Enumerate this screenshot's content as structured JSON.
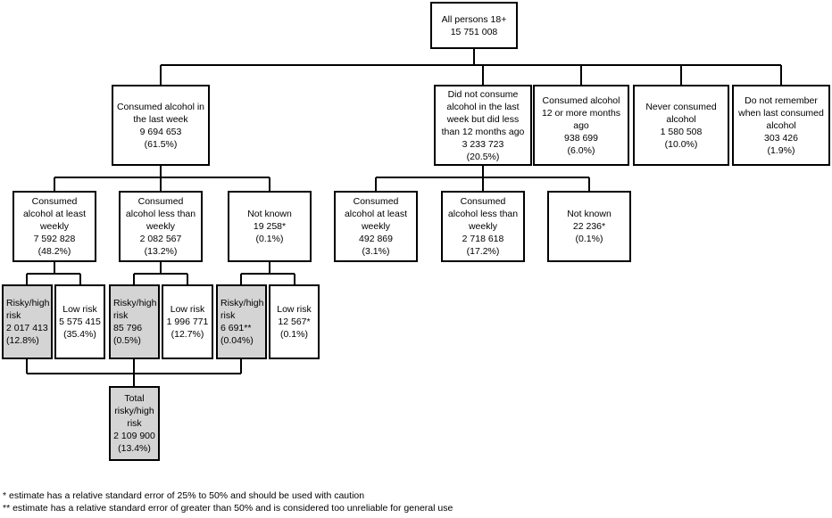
{
  "nodes": {
    "root": [
      "All persons 18+",
      "15 751 008"
    ],
    "consumed_last_week": [
      "Consumed alcohol in",
      "the last week",
      "9 694 653",
      "(61.5%)"
    ],
    "not_last_week": [
      "Did not consume",
      "alcohol in the last",
      "week but did less",
      "than 12 months ago",
      "3 233 723",
      "(20.5%)"
    ],
    "twelve_months": [
      "Consumed alcohol",
      "12 or more months",
      "ago",
      "938 699",
      "(6.0%)"
    ],
    "never": [
      "Never consumed",
      "alcohol",
      "1 580 508",
      "(10.0%)"
    ],
    "dont_remember": [
      "Do not remember",
      "when last consumed",
      "alcohol",
      "303 426",
      "(1.9%)"
    ],
    "a_weekly": [
      "Consumed",
      "alcohol at least",
      "weekly",
      "7 592 828",
      "(48.2%)"
    ],
    "a_less": [
      "Consumed",
      "alcohol less than",
      "weekly",
      "2 082 567",
      "(13.2%)"
    ],
    "a_unknown": [
      "Not known",
      "19 258*",
      "(0.1%)"
    ],
    "b_weekly": [
      "Consumed",
      "alcohol at least",
      "weekly",
      "492 869",
      "(3.1%)"
    ],
    "b_less": [
      "Consumed",
      "alcohol less than",
      "weekly",
      "2 718 618",
      "(17.2%)"
    ],
    "b_unknown": [
      "Not known",
      "22 236*",
      "(0.1%)"
    ],
    "risk1": [
      "Risky/high",
      "risk",
      "2 017 413",
      "(12.8%)"
    ],
    "low1": [
      "Low risk",
      "5 575 415",
      "(35.4%)"
    ],
    "risk2": [
      "Risky/high",
      "risk",
      "85 796",
      "(0.5%)"
    ],
    "low2": [
      "Low risk",
      "1 996 771",
      "(12.7%)"
    ],
    "risk3": [
      "Risky/high",
      "risk",
      "6 691**",
      "(0.04%)"
    ],
    "low3": [
      "Low risk",
      "12 567*",
      "(0.1%)"
    ],
    "total": [
      "Total",
      "risky/high",
      "risk",
      "2 109 900",
      "(13.4%)"
    ]
  },
  "footnotes": [
    "* estimate has a relative standard error of 25% to 50% and should be used with caution",
    "** estimate has a relative standard error of greater than 50% and is considered too unreliable for general use"
  ],
  "colors": {
    "highlight_fill": "#d4d4d4",
    "line": "#000000"
  }
}
